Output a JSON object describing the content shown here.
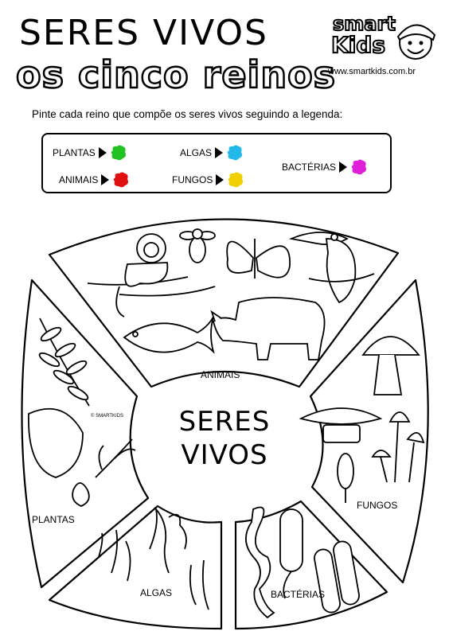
{
  "header": {
    "title_line1": "SERES VIVOS",
    "title_line2": "os cinco reinos",
    "logo_line1": "smart",
    "logo_line2": "Kids",
    "website": "www.smartkids.com.br"
  },
  "instruction": "Pinte cada reino que compõe os seres vivos seguindo a legenda:",
  "legend": [
    {
      "label": "PLANTAS",
      "color": "#22c222"
    },
    {
      "label": "ALGAS",
      "color": "#22b8e8"
    },
    {
      "label": "BACTÉRIAS",
      "color": "#e020d8"
    },
    {
      "label": "ANIMAIS",
      "color": "#e01010"
    },
    {
      "label": "FUNGOS",
      "color": "#f0d000"
    }
  ],
  "diagram": {
    "center_line1": "SERES",
    "center_line2": "VIVOS",
    "sections": {
      "animais": "ANIMAIS",
      "plantas": "PLANTAS",
      "algas": "ALGAS",
      "bacterias": "BACTÉRIAS",
      "fungos": "FUNGOS"
    },
    "copyright": "© SMARTKIDS"
  }
}
